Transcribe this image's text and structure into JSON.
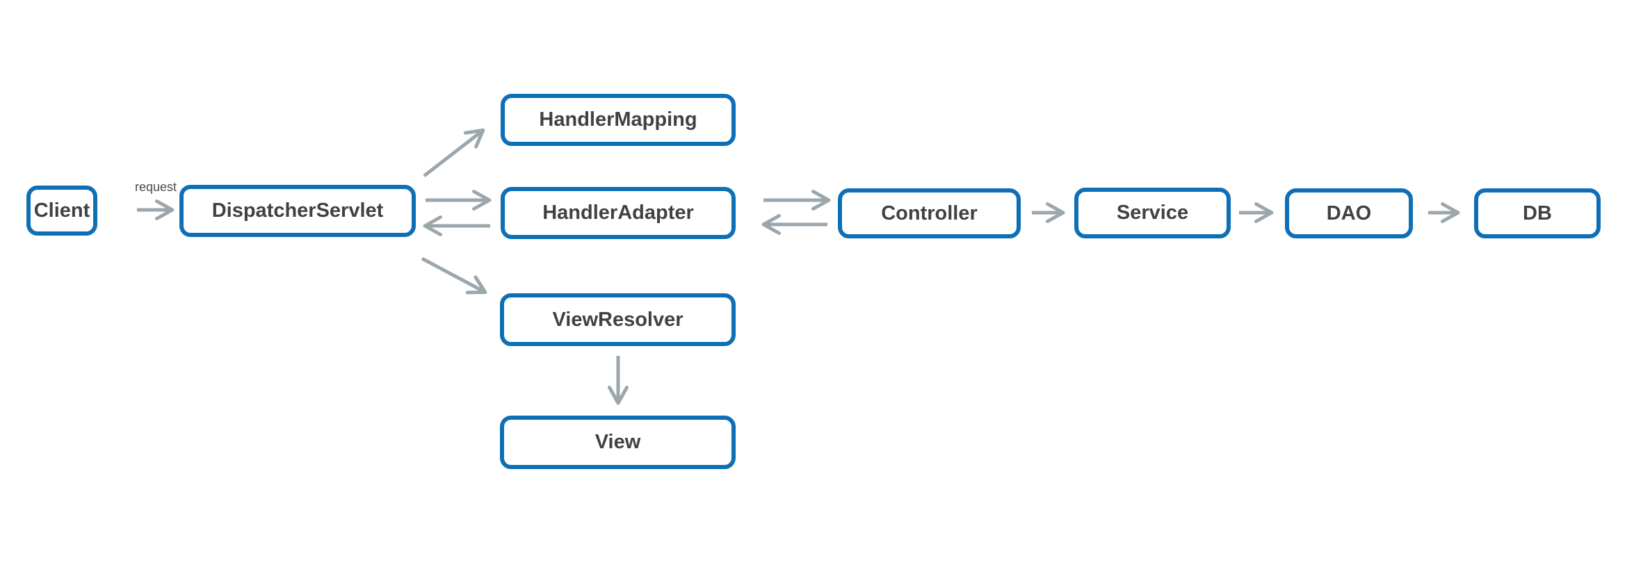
{
  "colors": {
    "node_border": "#0e6fb6",
    "arrow": "#9ba6ad",
    "label_text": "#3f4245",
    "edge_label_text": "#4a4d50",
    "background": "#ffffff"
  },
  "nodes": [
    {
      "id": "client",
      "label": "Client"
    },
    {
      "id": "dispatcher-servlet",
      "label": "DispatcherServlet"
    },
    {
      "id": "handler-mapping",
      "label": "HandlerMapping"
    },
    {
      "id": "handler-adapter",
      "label": "HandlerAdapter"
    },
    {
      "id": "view-resolver",
      "label": "ViewResolver"
    },
    {
      "id": "view",
      "label": "View"
    },
    {
      "id": "controller",
      "label": "Controller"
    },
    {
      "id": "service",
      "label": "Service"
    },
    {
      "id": "dao",
      "label": "DAO"
    },
    {
      "id": "db",
      "label": "DB"
    }
  ],
  "edges": [
    {
      "from": "client",
      "to": "dispatcher-servlet",
      "label": "request",
      "direction": "right"
    },
    {
      "from": "dispatcher-servlet",
      "to": "handler-mapping",
      "direction": "up-right"
    },
    {
      "from": "dispatcher-servlet",
      "to": "handler-adapter",
      "direction": "right"
    },
    {
      "from": "handler-adapter",
      "to": "dispatcher-servlet",
      "direction": "left"
    },
    {
      "from": "dispatcher-servlet",
      "to": "view-resolver",
      "direction": "down-right"
    },
    {
      "from": "handler-adapter",
      "to": "controller",
      "direction": "right"
    },
    {
      "from": "controller",
      "to": "handler-adapter",
      "direction": "left"
    },
    {
      "from": "controller",
      "to": "service",
      "direction": "right"
    },
    {
      "from": "service",
      "to": "dao",
      "direction": "right"
    },
    {
      "from": "dao",
      "to": "db",
      "direction": "right"
    },
    {
      "from": "view-resolver",
      "to": "view",
      "direction": "down"
    }
  ]
}
